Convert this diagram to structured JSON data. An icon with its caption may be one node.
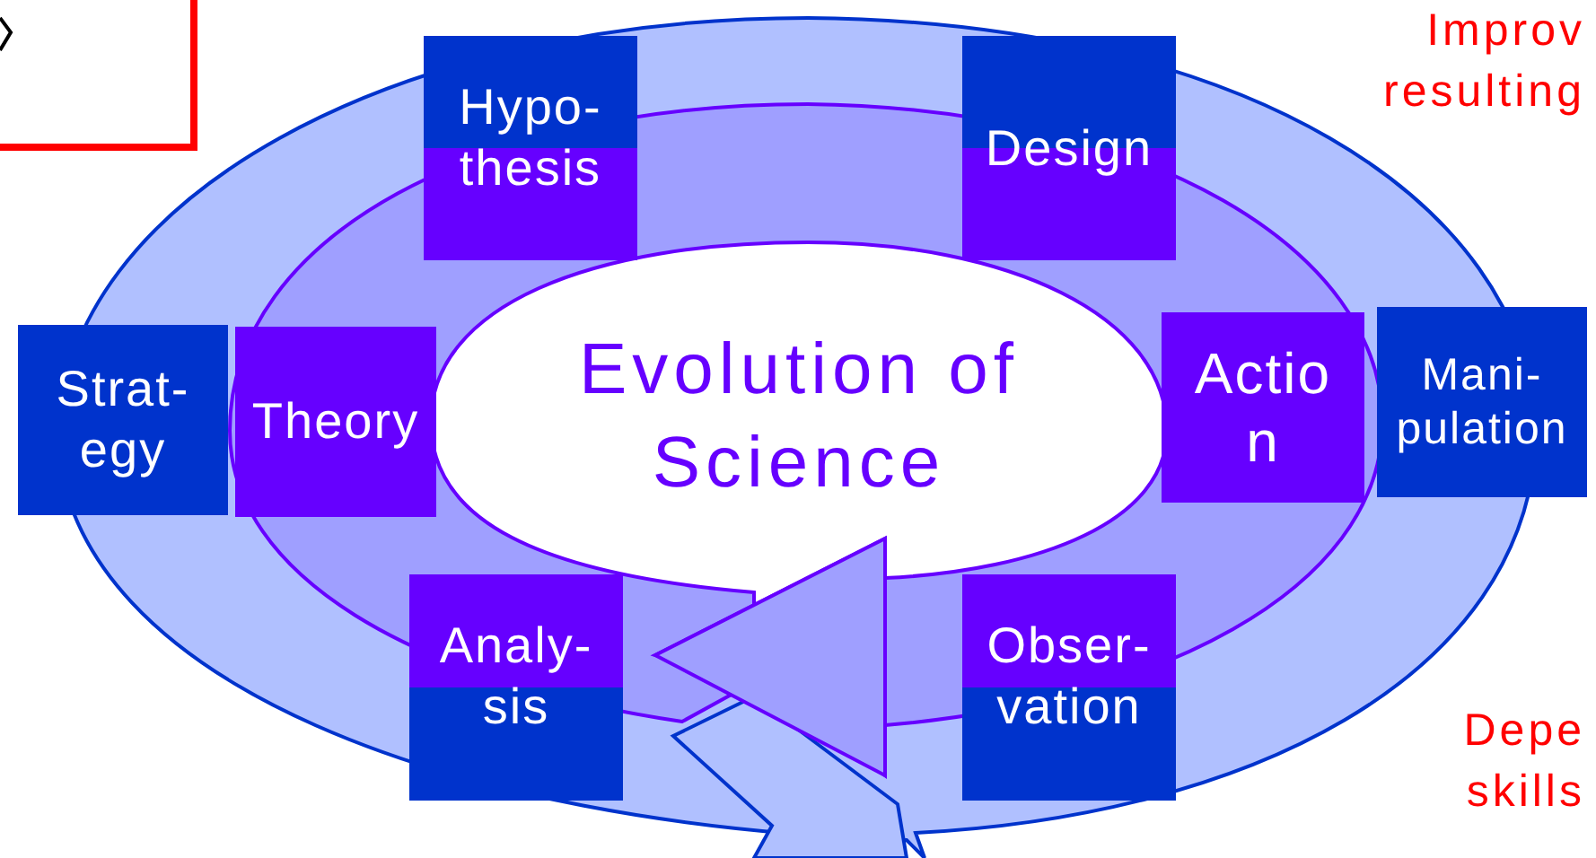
{
  "diagram": {
    "nodes": [
      {
        "text": [
          "Hypo- thesis"
        ]
      },
      {
        "text": [
          "Design"
        ]
      },
      {
        "text": [
          "Strat- egy"
        ]
      },
      {
        "text": [
          "Theory"
        ]
      },
      {
        "text": [
          "Actio n"
        ]
      },
      {
        "text": [
          "Mani- pulation"
        ]
      },
      {
        "text": [
          "Analy- sis"
        ]
      },
      {
        "text": [
          "Obser- vation"
        ]
      }
    ],
    "labels": [
      "Evolution of Science",
      "Improv resulting",
      "Depe skills"
    ]
  }
}
